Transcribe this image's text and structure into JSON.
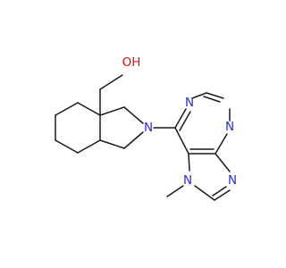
{
  "molecule": {
    "atom_labels": {
      "hydroxyl": "OH",
      "n_pyrrolidine": "N",
      "n_purine_1": "N",
      "n_purine_3": "N",
      "n_purine_9": "N",
      "n_methyl": "N"
    },
    "colors": {
      "bond": "#1a1a1a",
      "nitrogen": "#2a2adf",
      "oxygen": "#e01010",
      "background": "#ffffff"
    }
  }
}
